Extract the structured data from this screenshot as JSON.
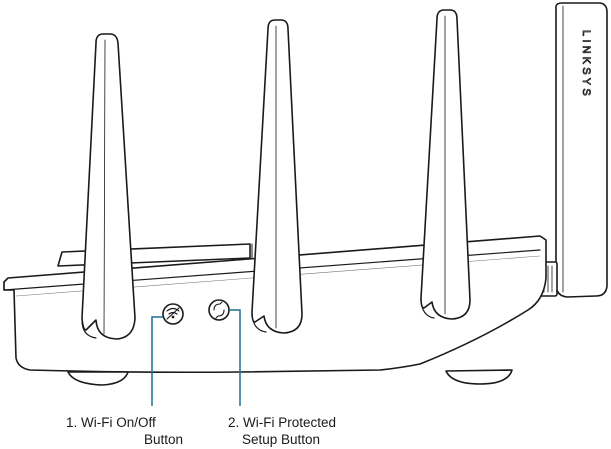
{
  "brand": {
    "logo_text": "LINKSYS"
  },
  "callouts": [
    {
      "number": "1",
      "line1": "1. Wi-Fi On/Off",
      "line2": "Button",
      "icon": "wifi-off-icon"
    },
    {
      "number": "2",
      "line1": "2. Wi-Fi Protected",
      "line2": "Setup Button",
      "icon": "wps-icon"
    }
  ],
  "colors": {
    "outline": "#1a1a1a",
    "callout_line": "#1c6e95",
    "background": "#ffffff"
  }
}
